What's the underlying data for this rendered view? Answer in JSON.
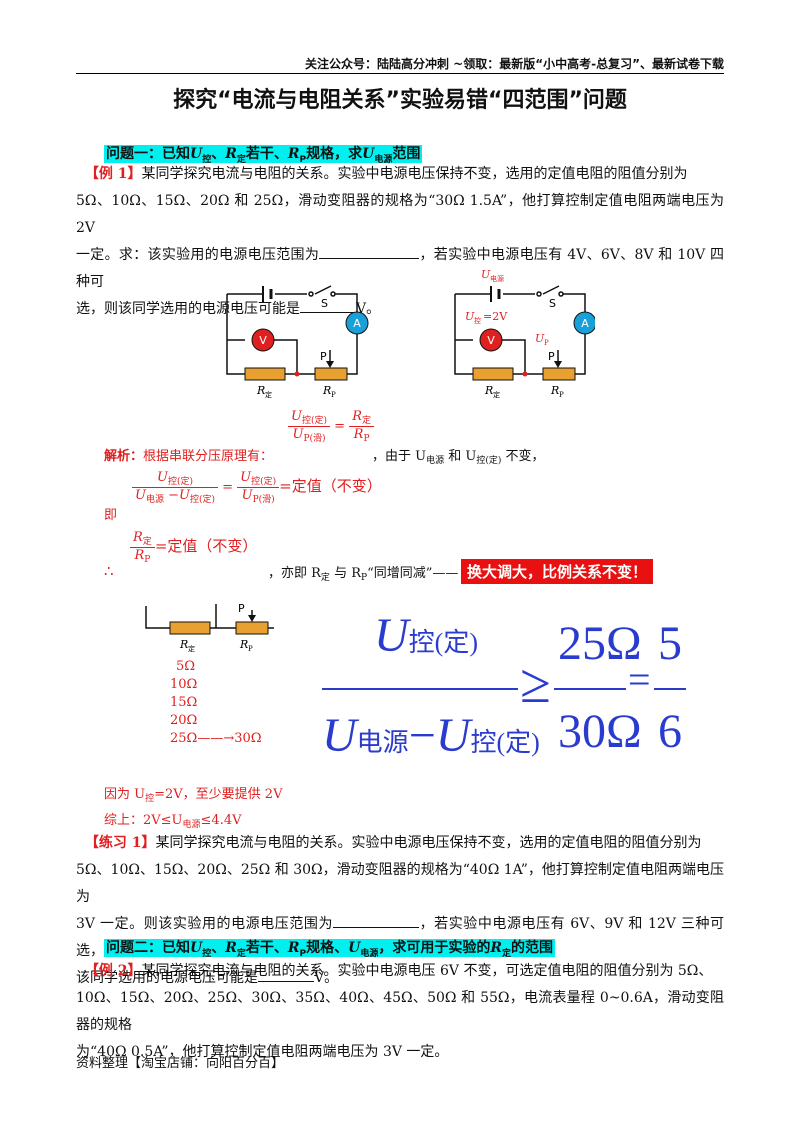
{
  "header": {
    "text": "关注公众号：陆陆高分冲刺  ~领取：最新版“小中高考-总复习”、最新试卷下载"
  },
  "title": "探究“电流与电阻关系”实验易错“四范围”问题",
  "q1": {
    "heading_pre": "问题一：已知",
    "heading_mid1": "、",
    "heading_mid2": "若干、",
    "heading_mid3": "规格，求",
    "heading_post": "范围",
    "u": "U",
    "r": "R",
    "sub_kong": "控",
    "sub_ding": "定",
    "sub_p": "P",
    "sub_dy": "电源"
  },
  "ex1": {
    "tag": "【例 1】",
    "line1": "某同学探究电流与电阻的关系。实验中电源电压保持不变，选用的定值电阻的阻值分别为",
    "line2": "5Ω、10Ω、15Ω、20Ω 和 25Ω，滑动变阻器的规格为“30Ω 1.5A”，他打算控制定值电阻两端电压为 2V",
    "line3a": "一定。求：该实验用的电源电压范围为",
    "line3b": "，若实验中电源电压有 4V、6V、8V 和 10V 四种可",
    "line4a": "选，则该同学选用的电源电压可能是",
    "line4b": "V。"
  },
  "circuit": {
    "s": "S",
    "p": "P",
    "v": "V",
    "a": "A",
    "r_ding": "R",
    "r_ding_sub": "定",
    "rp": "R",
    "rp_sub": "P",
    "u_dy": "U",
    "u_dy_sub": "电源",
    "u_kong": "U",
    "u_kong_sub": "控",
    "u_kong_val": "=2V",
    "up": "U",
    "up_sub": "P"
  },
  "analysis": {
    "tag": "解析：",
    "text1": "根据串联分压原理有：",
    "f1_n": "U",
    "f1_n_sub": "控(定)",
    "f1_d": "U",
    "f1_d_sub": "P(滑)",
    "eq": "=",
    "f2_n": "R",
    "f2_n_sub": "定",
    "f2_d": "R",
    "f2_d_sub": "P",
    "text2": "，由于 U",
    "text2_sub": "电源",
    "text3": " 和 U",
    "text3_sub": "控(定)",
    "text4": " 不变，",
    "ji": "即",
    "f3_n_sub": "控(定)",
    "f3_d_a_sub": "电源",
    "f3_d_b_sub": "控(定)",
    "f4_n_sub": "控(定)",
    "f4_d_sub": "P(滑)",
    "const1": "=定值（不变）",
    "therefore": "∴",
    "f5_n_sub": "定",
    "f5_d_sub": "P",
    "const2": "=定值（不变）",
    "text5": "，亦即 R",
    "text5_sub": "定",
    "text6": " 与 R",
    "text6_sub": "P",
    "text7": "“同增同减”——",
    "banner": "换大调大，比例关系不变！"
  },
  "resistors": [
    "5Ω",
    "10Ω",
    "15Ω",
    "20Ω",
    "25Ω——→30Ω"
  ],
  "formula": {
    "num": "U",
    "num_sub": "控(定)",
    "den_a": "U",
    "den_a_sub": "电源",
    "minus": "−",
    "den_b": "U",
    "den_b_sub": "控(定)",
    "ge": "≥",
    "r_num": "25Ω",
    "r_den": "30Ω",
    "eq": "=",
    "c_num": "5",
    "c_den": "6"
  },
  "conclusion": {
    "line1a": "因为 U",
    "line1_sub": "控",
    "line1b": "=2V，至少要提供 2V",
    "line2a": "综上：2V≤U",
    "line2_sub": "电源",
    "line2b": "≤4.4V"
  },
  "pr1": {
    "tag": "【练习 1】",
    "line1": "某同学探究电流与电阻的关系。实验中电源电压保持不变，选用的定值电阻的阻值分别为",
    "line2": "5Ω、10Ω、15Ω、20Ω、25Ω 和 30Ω，滑动变阻器的规格为“40Ω 1A”，他打算控制定值电阻两端电压为",
    "line3a": "3V 一定。则该实验用的电源电压范围为",
    "line3b": "，若实验中电源电压有 6V、9V 和 12V 三种可选，则",
    "line4a": "该同学选用的电源电压可能是",
    "line4b": "V。"
  },
  "q2": {
    "heading_pre": "问题二：已知",
    "heading_mid1": "、",
    "heading_mid2": "若干、",
    "heading_mid3": "规格、",
    "heading_post": "，求可用于实验的",
    "heading_end": "的范围"
  },
  "ex2": {
    "tag": "【例 2】",
    "line1": "某同学探究电流与电阻的关系。实验中电源电压 6V 不变，可选定值电阻的阻值分别为 5Ω、",
    "line2": "10Ω、15Ω、20Ω、25Ω、30Ω、35Ω、40Ω、45Ω、50Ω 和 55Ω，电流表量程 0~0.6A，滑动变阻器的规格",
    "line3": "为“40Ω 0.5A”，他打算控制定值电阻两端电压为 3V 一定。"
  },
  "footer": "资料整理【淘宝店铺：向阳百分百】",
  "colors": {
    "accent_red": "#e02020",
    "heading_bg": "#00f0f0",
    "formula_blue": "#2a3bd0",
    "resistor": "#e8a030",
    "meter": "#e02020",
    "ammeter": "#1aa0d8"
  }
}
